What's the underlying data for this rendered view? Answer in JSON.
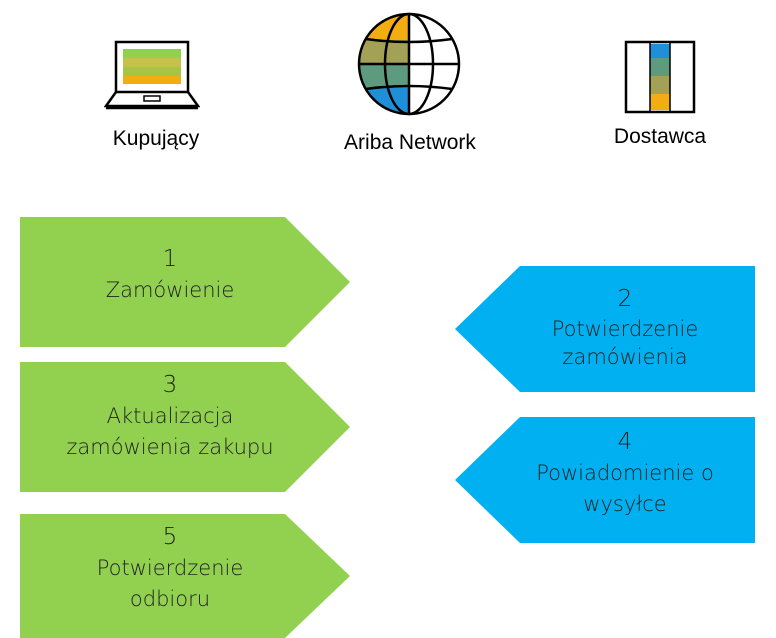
{
  "actors": {
    "buyer": "Kupujący",
    "network": "Ariba Network",
    "supplier": "Dostawca"
  },
  "colors": {
    "buyer_green": "#92D050",
    "supplier_blue": "#00B0F0",
    "icon_gold": "#F2AD13",
    "icon_olive": "#A3A155",
    "icon_teal": "#5E9B7E",
    "icon_blue": "#1F8FD8"
  },
  "steps": [
    {
      "number": "1",
      "label": "Zamówienie",
      "direction": "buyer-to-supplier"
    },
    {
      "number": "2",
      "label": "Potwierdzenie\nzamówienia",
      "direction": "supplier-to-buyer"
    },
    {
      "number": "3",
      "label": "Aktualizacja\nzamówienia zakupu",
      "direction": "buyer-to-supplier"
    },
    {
      "number": "4",
      "label": "Powiadomienie o\nwysyłce",
      "direction": "supplier-to-buyer"
    },
    {
      "number": "5",
      "label": "Potwierdzenie\nodbioru",
      "direction": "buyer-to-supplier"
    }
  ]
}
